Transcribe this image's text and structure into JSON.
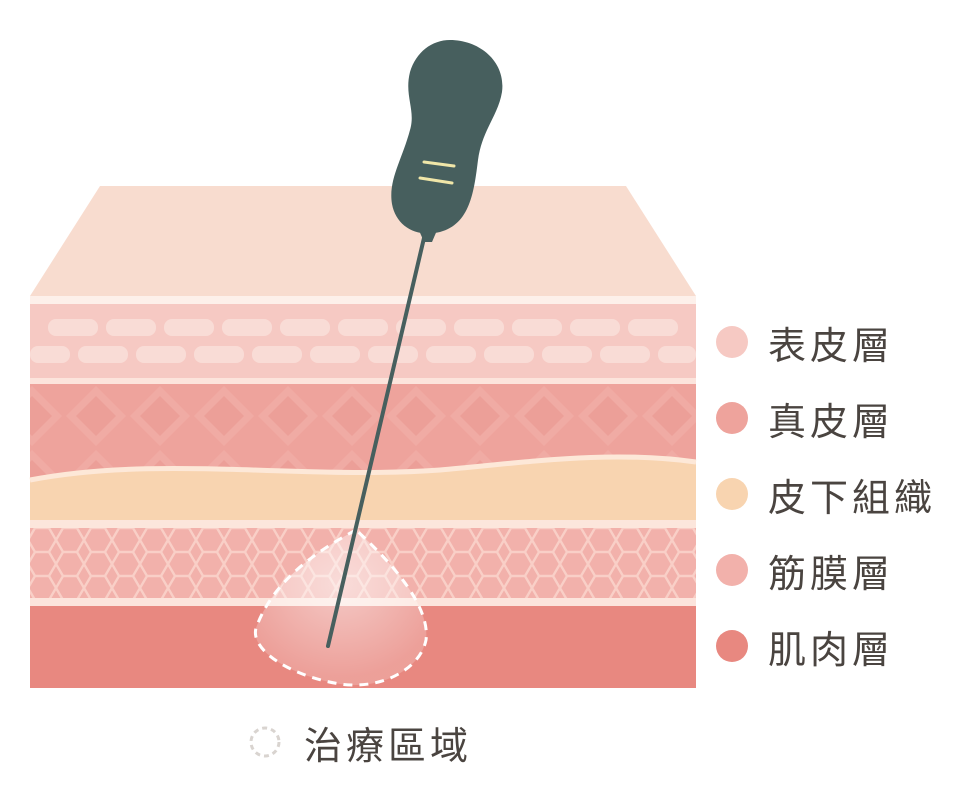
{
  "layers": [
    {
      "id": "epidermis",
      "label": "表皮層",
      "color": "#f6c9c3"
    },
    {
      "id": "dermis",
      "label": "真皮層",
      "color": "#eea39c"
    },
    {
      "id": "subcutaneous",
      "label": "皮下組織",
      "color": "#f8d4b0"
    },
    {
      "id": "fascia",
      "label": "筋膜層",
      "color": "#f2b1ab"
    },
    {
      "id": "muscle",
      "label": "肌肉層",
      "color": "#e88880"
    }
  ],
  "treatment_area": {
    "label": "治療區域"
  },
  "colors": {
    "top_face": "#f8dccf",
    "needle_handle": "#475f5e",
    "handle_marks": "#f0e6a8",
    "zone_outline": "#ffffff",
    "text": "#4a4440"
  },
  "icons": {
    "needle": "needle-icon",
    "treatment_zone": "dashed-circle-icon"
  }
}
